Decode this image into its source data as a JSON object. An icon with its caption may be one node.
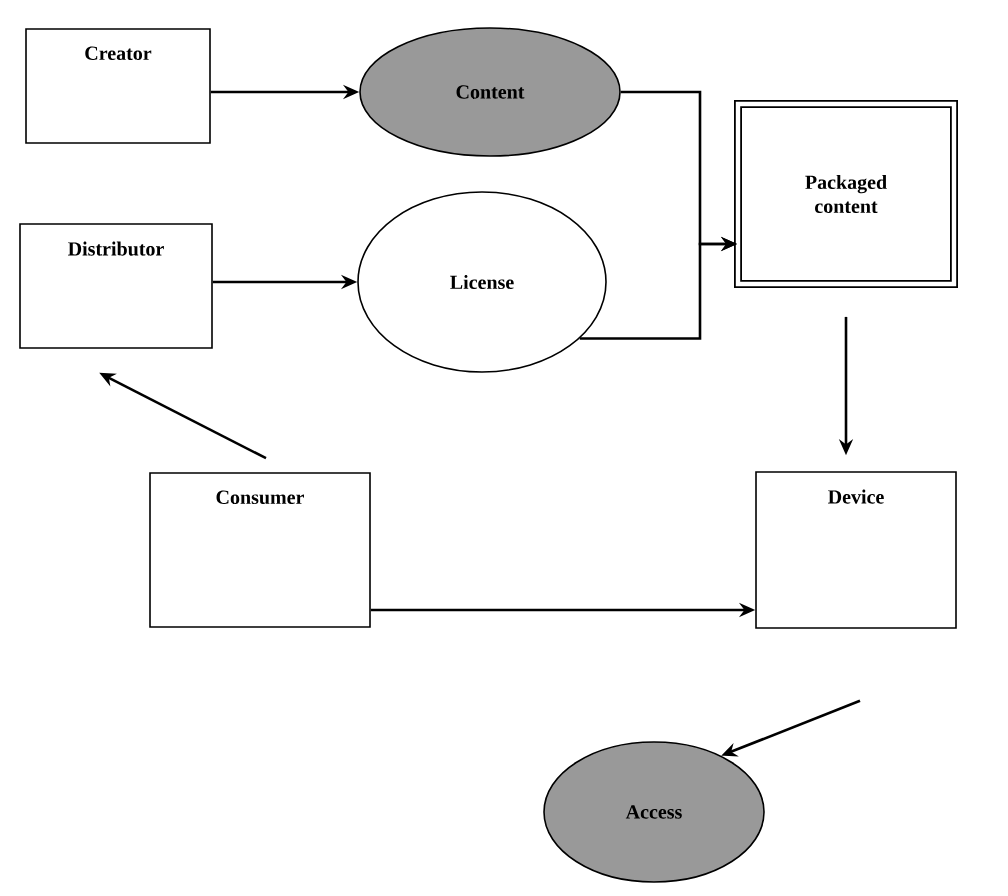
{
  "diagram": {
    "nodes": [
      {
        "text": [
          "Creator"
        ]
      },
      {
        "text": [
          "Content"
        ]
      },
      {
        "text": [
          "Packaged content"
        ]
      },
      {
        "text": [
          "Distributor"
        ]
      },
      {
        "text": [
          "License"
        ]
      },
      {
        "text": [
          "Consumer"
        ]
      },
      {
        "text": [
          "Device"
        ]
      },
      {
        "text": [
          "Access"
        ]
      }
    ],
    "edges": [
      {
        "from": 0,
        "to": 1,
        "arrow": "to"
      },
      {
        "from": 1,
        "to": 2,
        "arrow": "to"
      },
      {
        "from": 4,
        "to": 2,
        "arrow": "to"
      },
      {
        "from": 3,
        "to": 4,
        "arrow": "to"
      },
      {
        "from": 5,
        "to": 3,
        "arrow": "to"
      },
      {
        "from": 2,
        "to": 6,
        "arrow": "to"
      },
      {
        "from": 5,
        "to": 6,
        "arrow": "to"
      },
      {
        "from": 6,
        "to": 7,
        "arrow": "to"
      }
    ]
  }
}
